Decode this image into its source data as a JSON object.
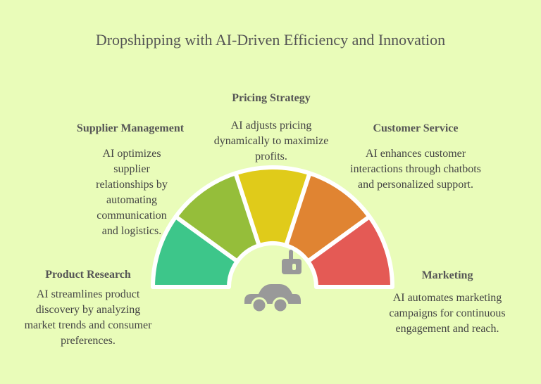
{
  "title": "Dropshipping with AI-Driven Efficiency and Innovation",
  "stages": [
    {
      "heading": "Product Research",
      "text": "AI streamlines product discovery by analyzing market trends and consumer preferences.",
      "color": "#3dc68a"
    },
    {
      "heading": "Supplier Management",
      "text": "AI optimizes supplier relationships by automating communication and logistics.",
      "color": "#95be3a"
    },
    {
      "heading": "Pricing Strategy",
      "text": "AI adjusts pricing dynamically to maximize profits.",
      "color": "#e0cb1a"
    },
    {
      "heading": "Customer Service",
      "text": "AI enhances customer interactions through chatbots and personalized support.",
      "color": "#e08432"
    },
    {
      "heading": "Marketing",
      "text": "AI automates marketing campaigns for continuous engagement and reach.",
      "color": "#e45a55"
    }
  ],
  "icons": {
    "center": "car-icon",
    "indicator": "robot-needle-icon"
  }
}
